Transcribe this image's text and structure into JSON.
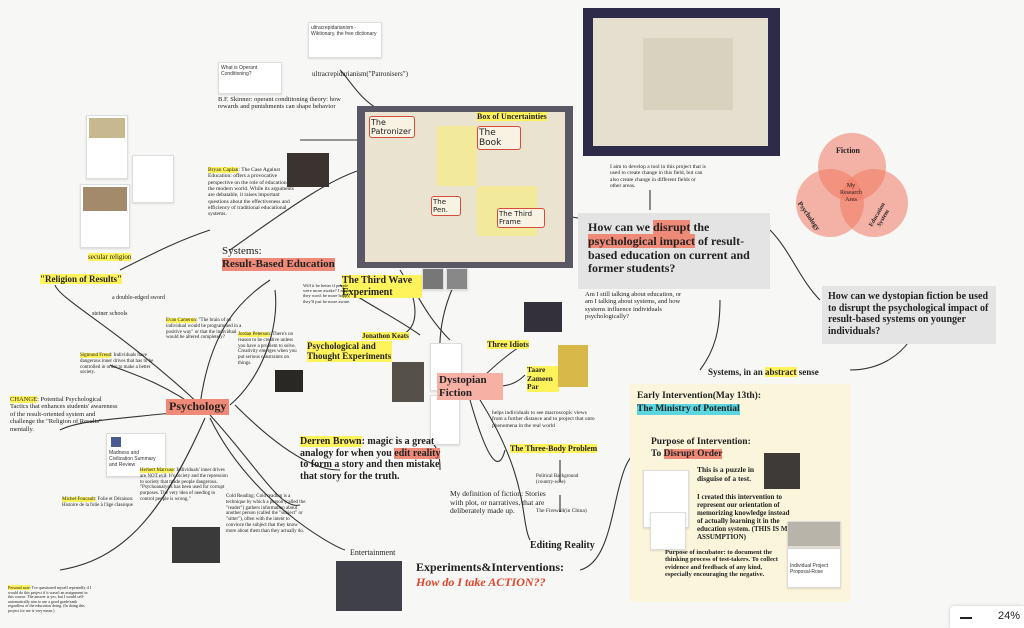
{
  "colors": {
    "yellow": "#fff35c",
    "salmon": "#f08a78",
    "cyan": "#5ad6e0",
    "venn": "#f07a62"
  },
  "nodes": {
    "ultracrep_card_title": "ultracrepidarianism - Wiktionary, the free dictionary",
    "ultracrep": "ultracrepidarianism(\"Patronisers\")",
    "operant_card": "What is Operant Conditioning?",
    "skinner": "B.F. Skinner: operant conditioning theory: how rewards and punishments can shape behavior",
    "box_uncertainties": "Box of Uncertainties",
    "caplan_name": "Bryan Caplan",
    "caplan": ": The Case Against Education: offers a provocative perspective on the role of education in the modern world. While its arguments are debatable, it raises important questions about the effectiveness and efficiency of traditional educational systems.",
    "systems_label": "Systems:",
    "result_based": "Result-Based Education",
    "secular": "secular religion",
    "religion_results": "\"Religion of Results\"",
    "third_wave": "The Third Wave Experiment",
    "double_edged": "a double-edged sword",
    "steiner": "steiner schools",
    "evan_name": "Evan Cameron",
    "evan": ": \"The brain of an individual would be programmed in a positive way\" or that the individual would be altered completely?",
    "jordan_name": "Jordan Peterson",
    "jordan": ": There's no reason to be creative unless you have a problem to solve. Creativity emerges when you put serious constraints on things.",
    "will_happy": "Will it be better if people were more awake? I mean they won't be more happy, they'll just be more aware.",
    "jonathon": "Jonathon Keats",
    "psych_thought": "Psychological and Thought Experiments",
    "freud_name": "Sigmund Freud",
    "freud": ": Individuals have dangerous inner drives that has to be controlled in order to make a better society.",
    "change_name": "CHANGE",
    "change": ": Potential Psychological Tactics that enhances students' awareness of the result-oriented system and challenge the \"Religion of Results\" mentally.",
    "psychology": "Psychology",
    "marcuse_name": "Herbert Marcuse",
    "marcuse": ": Individuals' inner drives are NOT evil. It's society and the repression to society that made people dangerous. \"Psychoanalysis has been used for corrupt purposes. The very idea of needing to control people is wrong.\"",
    "foucault_name": "Michel Foucault",
    "foucault": ": Folie et Déraison: Histoire de la folie à l'âge classique",
    "madness_card": "Madness and Civilization Summary and Review",
    "cold_reading": "Cold Reading: Cold reading is a technique by which a person (called the \"reader\") gathers information about another person (called the \"subject\" or \"sitter\"), often with the intent to convince the subject that they know more about them than they actually do.",
    "derren_name": "Derren Brown",
    "derren_a": ": magic is a great analogy for when you ",
    "derren_hl": "edit reality",
    "derren_b": " to form a story and then mistake that story for the truth.",
    "personal_note_name": "Personal note",
    "personal_note": ": I've questioned myself repeatedly if I would do this project if it wasn't an assignment in this course. The answer is yes, but I would self-automatically aim to use a good grade/rank regardless of the education doing. (In doing this project for me is very mean.)",
    "entertainment": "Entertainment",
    "experiments_title": "Experiments&Interventions:",
    "action": "How do I take ACTION??",
    "editing": "Editing Reality",
    "fiction_def": "My definition of fiction: Stories with plot, or narratives, that are deliberately made up.",
    "dystopian": "Dystopian Fiction",
    "three_idiots": "Three Idiots",
    "taare": "Taare Zameen Par",
    "helps": "helps individuals to see macroscopic views from a further distance and to project that onto phenomena in the real world",
    "three_body": "The Three-Body Problem",
    "political": "Political Background (country-wise)",
    "firewall": "The Firewall(in China)",
    "aim": "I aim to develop a tool in this project that is used to create change in this field, but can also create change in different fields or other areas.",
    "question_1a": "How can we ",
    "question_1b": "disrupt",
    "question_1c": " the ",
    "question_1d": "psychological impact",
    "question_1e": " of result-based education on current and former students?",
    "still_talking": "Am I still talking about education, or am I talking about systems, and how systems influence individuals psychologically?",
    "question_2": "How can we dystopian fiction be used to disrupt the psychological impact of result-based systems on younger individuals?",
    "systems_abstract_a": "Systems, in an ",
    "systems_abstract_b": "abstract",
    "systems_abstract_c": " sense",
    "venn": {
      "fiction": "Fiction",
      "psychology": "Psychology",
      "system": "Education System",
      "center": "My Research Area"
    },
    "early": "Early Intervention(May 13th):",
    "ministry": "The Ministry of Potential",
    "purpose_a": "Purpose of Intervention:",
    "purpose_b": "To ",
    "purpose_c": "Disrupt Order",
    "puzzle": "This is a puzzle in disguise of a test.",
    "created": "I created this intervention to represent our orientation of memorizing knowledge instead of actually learning it in the education system. (THIS IS MY ASSUMPTION)",
    "incubator": "Purpose of incubator: to document the thinking process of test-takers. To collect evidence and feedback of any kind, especially encouraging the negative.",
    "proposal_card": "Individual Project Proposal-Rose",
    "board_labels": {
      "patronizer": "The Patronizer",
      "book": "The Book",
      "pen": "The Pen.",
      "frame": "The Third Frame"
    }
  },
  "zoom": {
    "value": "24%"
  }
}
